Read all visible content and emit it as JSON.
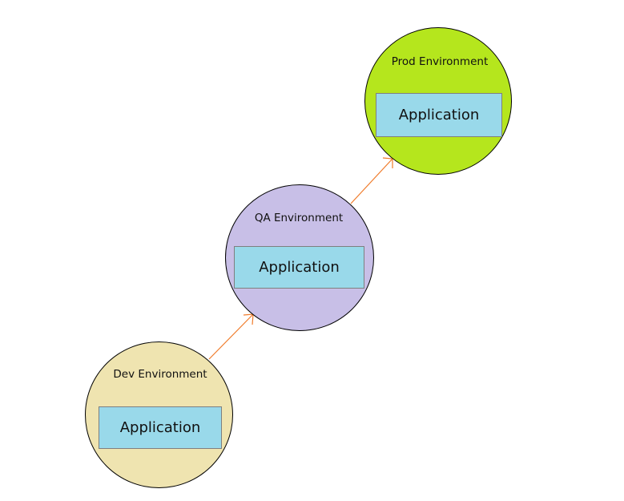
{
  "environments": [
    {
      "id": "dev",
      "label": "Dev Environment",
      "app_label": "Application",
      "color": "#efe4b0"
    },
    {
      "id": "qa",
      "label": "QA Environment",
      "app_label": "Application",
      "color": "#c8bfe7"
    },
    {
      "id": "prod",
      "label": "Prod Environment",
      "app_label": "Application",
      "color": "#b5e61d"
    }
  ],
  "arrows": [
    {
      "from": "Dev Environment",
      "to": "QA Environment"
    },
    {
      "from": "QA Environment",
      "to": "Prod Environment"
    }
  ],
  "colors": {
    "app_box": "#99d9ea",
    "arrow": "#f07b2a"
  }
}
